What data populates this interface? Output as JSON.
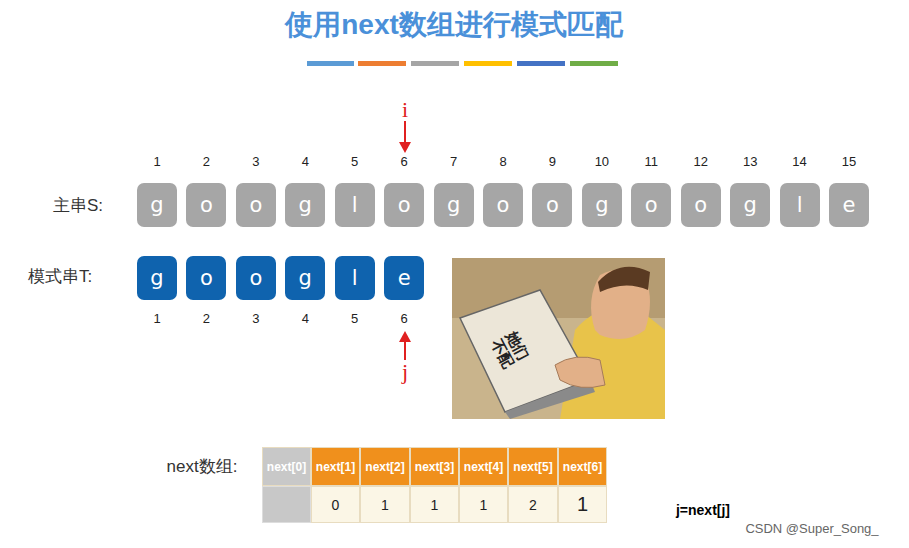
{
  "diagram": {
    "title": "使用next数组进行模式匹配",
    "nodes": [
      {
        "text": [
          "g"
        ]
      },
      {
        "text": [
          "o"
        ]
      },
      {
        "text": [
          "o"
        ]
      },
      {
        "text": [
          "g"
        ]
      },
      {
        "text": [
          "l"
        ]
      },
      {
        "text": [
          "o"
        ]
      },
      {
        "text": [
          "g"
        ]
      },
      {
        "text": [
          "o"
        ]
      },
      {
        "text": [
          "o"
        ]
      },
      {
        "text": [
          "g"
        ]
      },
      {
        "text": [
          "o"
        ]
      },
      {
        "text": [
          "o"
        ]
      },
      {
        "text": [
          "g"
        ]
      },
      {
        "text": [
          "l"
        ]
      },
      {
        "text": [
          "e"
        ]
      },
      {
        "text": [
          "g"
        ]
      },
      {
        "text": [
          "o"
        ]
      },
      {
        "text": [
          "o"
        ]
      },
      {
        "text": [
          "g"
        ]
      },
      {
        "text": [
          "l"
        ]
      },
      {
        "text": [
          "e"
        ]
      }
    ],
    "labels": [
      "1",
      "2",
      "3",
      "4",
      "5",
      "6",
      "7",
      "8",
      "9",
      "10",
      "11",
      "12",
      "13",
      "14",
      "15",
      "i",
      "主串S:",
      "模式串T:",
      "1",
      "2",
      "3",
      "4",
      "5",
      "6",
      "j",
      "她们不配",
      "next数组:",
      "next[0]",
      "next[1]",
      "next[2]",
      "next[3]",
      "next[4]",
      "next[5]",
      "next[6]",
      "0",
      "1",
      "1",
      "1",
      "2",
      "1",
      "j=next[j]",
      "CSDN @Super_Song_"
    ]
  }
}
